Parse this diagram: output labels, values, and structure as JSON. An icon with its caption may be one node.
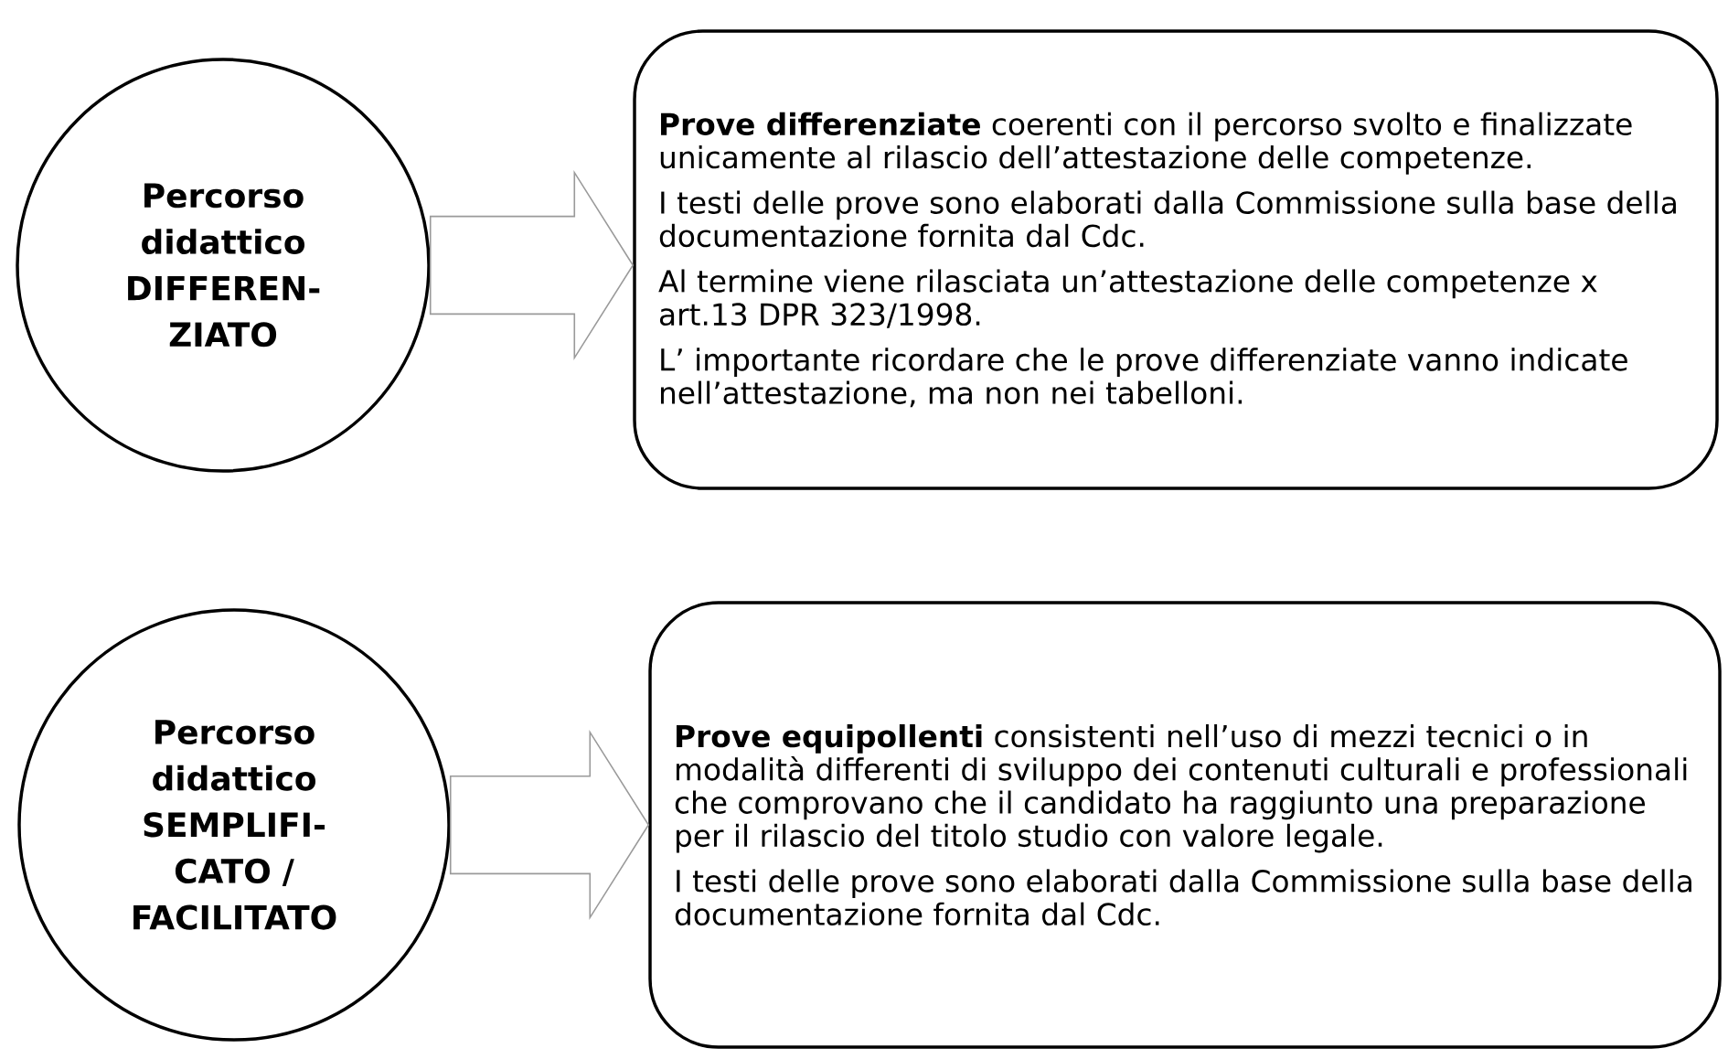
{
  "diagram": {
    "nodes": [
      {
        "text": [
          "Percorso didattico DIFFEREN- ZIATO"
        ]
      },
      {
        "text": [
          "**Prove differenziate** coerenti con il percorso svolto e finalizzate unicamente al rilascio dell’attestazione delle competenze.",
          "I testi delle prove sono elaborati dalla Commissione sulla base della documentazione fornita dal Cdc.",
          "Al termine viene rilasciata un’attestazione delle competenze x art.13 DPR 323/1998.",
          "L’ importante ricordare che le prove differenziate vanno indicate nell’attestazione, ma non nei tabelloni."
        ]
      },
      {
        "text": [
          "Percorso didattico SEMPLIFI- CATO / FACILITATO"
        ]
      },
      {
        "text": [
          "**Prove equipollenti** consistenti nell’uso di mezzi tecnici o in modalità differenti di sviluppo dei contenuti culturali e professionali che comprovano che il candidato ha raggiunto una preparazione per il rilascio del titolo studio con valore legale.",
          "I testi delle prove sono elaborati dalla Commissione sulla base della documentazione fornita dal Cdc."
        ]
      }
    ],
    "edges": [
      {
        "from": 0,
        "to": 1,
        "arrow": "to"
      },
      {
        "from": 2,
        "to": 3,
        "arrow": "to"
      }
    ]
  }
}
